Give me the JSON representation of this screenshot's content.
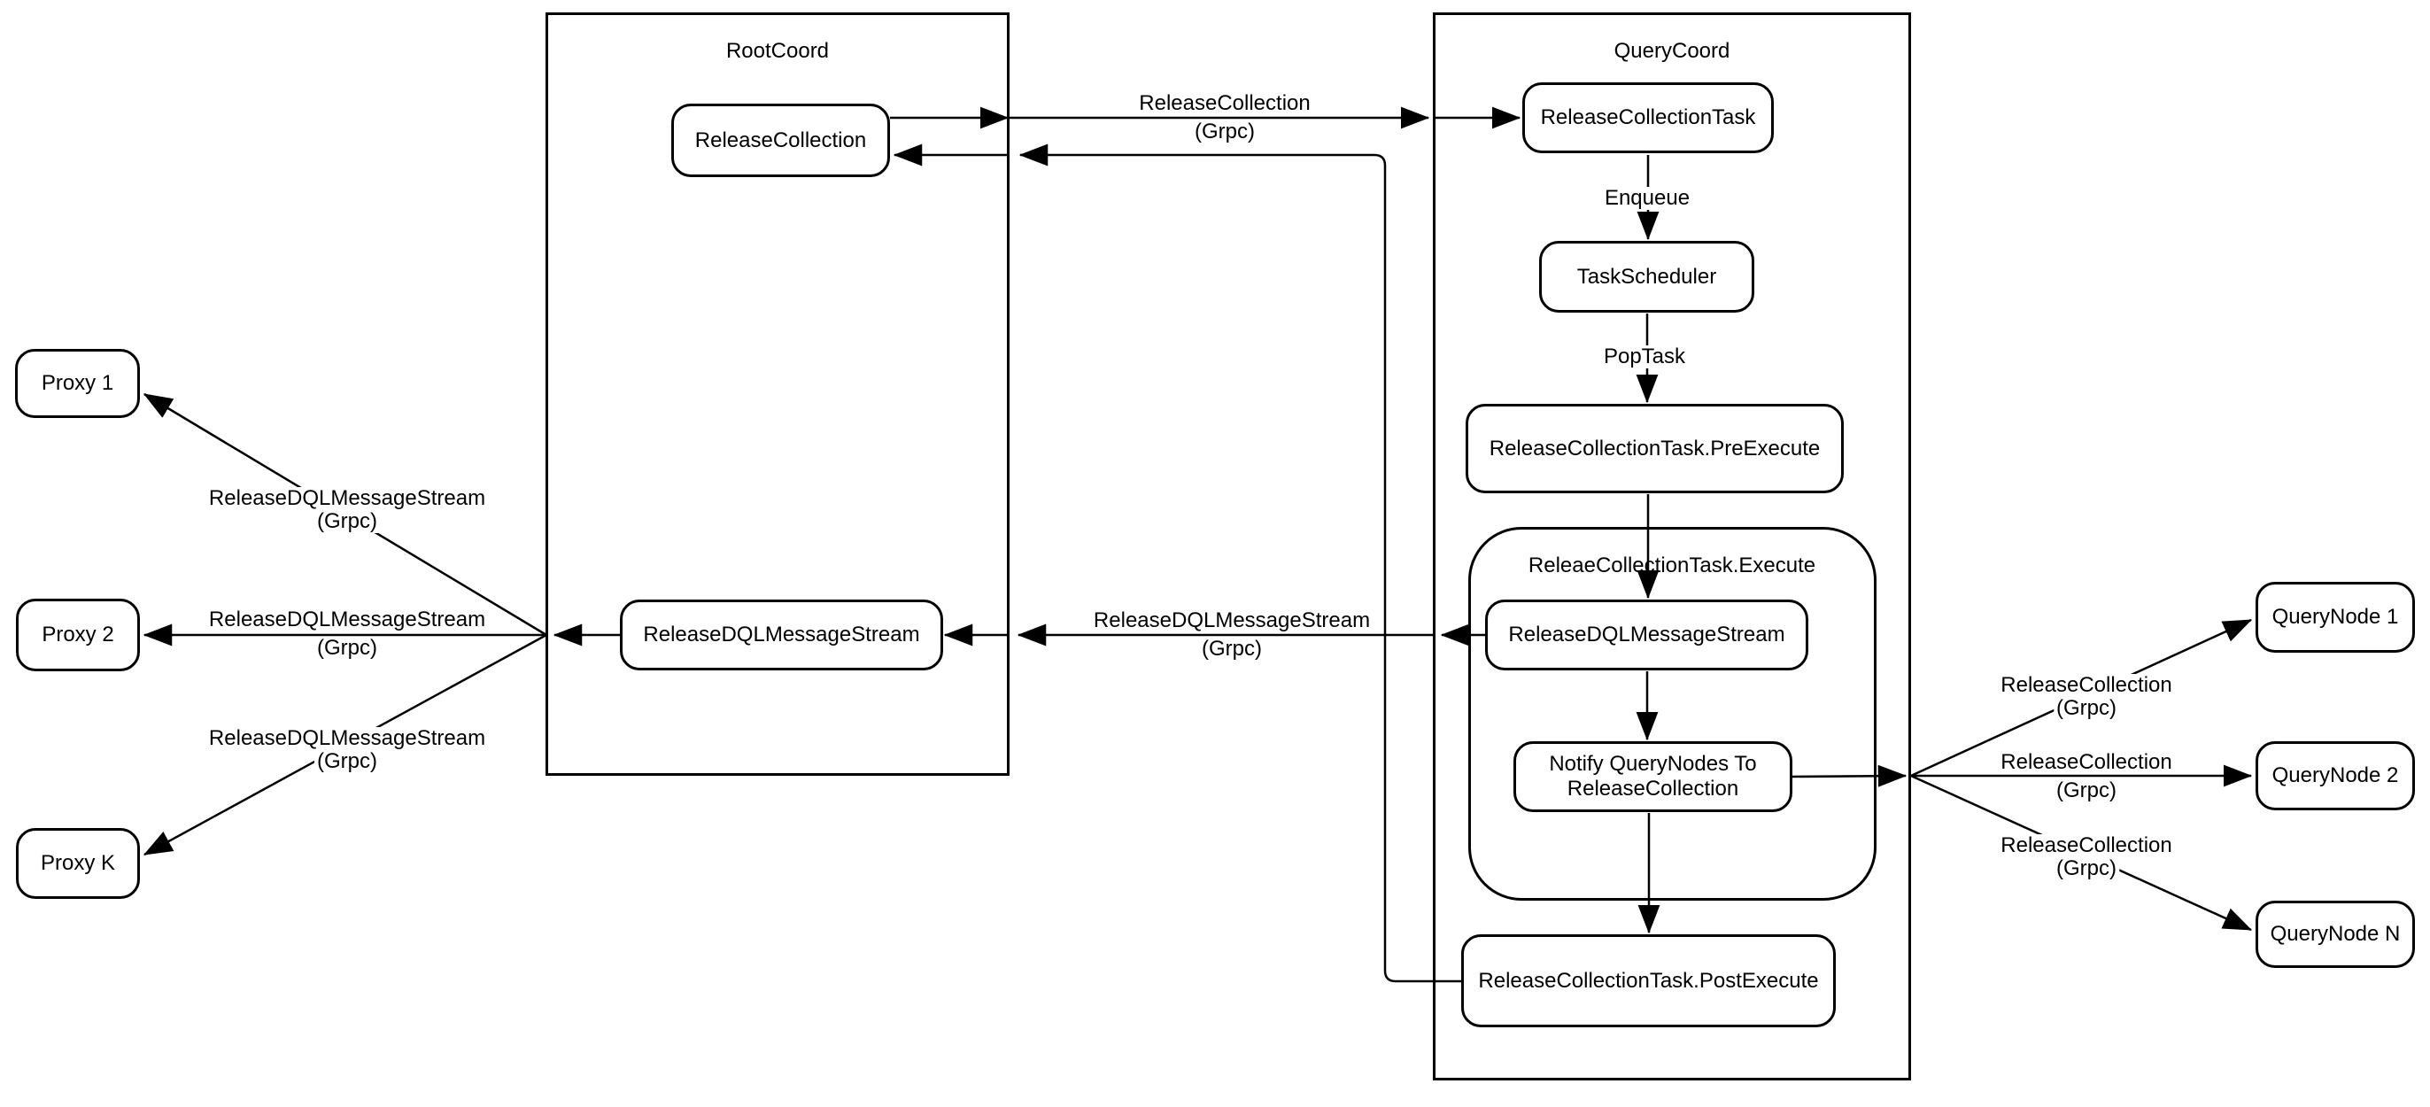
{
  "colors": {
    "background": "#ffffff",
    "stroke": "#000000",
    "node_fill": "#ffffff",
    "text": "#000000"
  },
  "containers": {
    "root_coord": {
      "title": "RootCoord"
    },
    "query_coord": {
      "title": "QueryCoord"
    },
    "execute_group": {
      "title": "ReleaeCollectionTask.Execute"
    }
  },
  "nodes": {
    "proxy_1": {
      "label": "Proxy 1"
    },
    "proxy_2": {
      "label": "Proxy 2"
    },
    "proxy_k": {
      "label": "Proxy K"
    },
    "root_release_collection": {
      "label": "ReleaseCollection"
    },
    "root_release_dql_message_stream": {
      "label": "ReleaseDQLMessageStream"
    },
    "release_collection_task": {
      "label": "ReleaseCollectionTask"
    },
    "task_scheduler": {
      "label": "TaskScheduler"
    },
    "pre_execute": {
      "label": "ReleaseCollectionTask.PreExecute"
    },
    "qc_release_dql_message_stream": {
      "label": "ReleaseDQLMessageStream"
    },
    "notify_querynodes": {
      "label_line1": "Notify QueryNodes To",
      "label_line2": "ReleaseCollection"
    },
    "post_execute": {
      "label": "ReleaseCollectionTask.PostExecute"
    },
    "querynode_1": {
      "label": "QueryNode 1"
    },
    "querynode_2": {
      "label": "QueryNode 2"
    },
    "querynode_n": {
      "label": "QueryNode N"
    }
  },
  "edge_labels": {
    "release_collection_grpc_top": {
      "line1": "ReleaseCollection",
      "line2": "(Grpc)"
    },
    "enqueue": {
      "text": "Enqueue"
    },
    "pop_task": {
      "text": "PopTask"
    },
    "dql_grpc_mid": {
      "line1": "ReleaseDQLMessageStream",
      "line2": "(Grpc)"
    },
    "dql_grpc_proxy1": {
      "line1": "ReleaseDQLMessageStream",
      "line2": "(Grpc)"
    },
    "dql_grpc_proxy2": {
      "line1": "ReleaseDQLMessageStream",
      "line2": "(Grpc)"
    },
    "dql_grpc_proxyk": {
      "line1": "ReleaseDQLMessageStream",
      "line2": "(Grpc)"
    },
    "rc_grpc_qn1": {
      "line1": "ReleaseCollection",
      "line2": "(Grpc)"
    },
    "rc_grpc_qn2": {
      "line1": "ReleaseCollection",
      "line2": "(Grpc)"
    },
    "rc_grpc_qn3": {
      "line1": "ReleaseCollection",
      "line2": "(Grpc)"
    }
  }
}
